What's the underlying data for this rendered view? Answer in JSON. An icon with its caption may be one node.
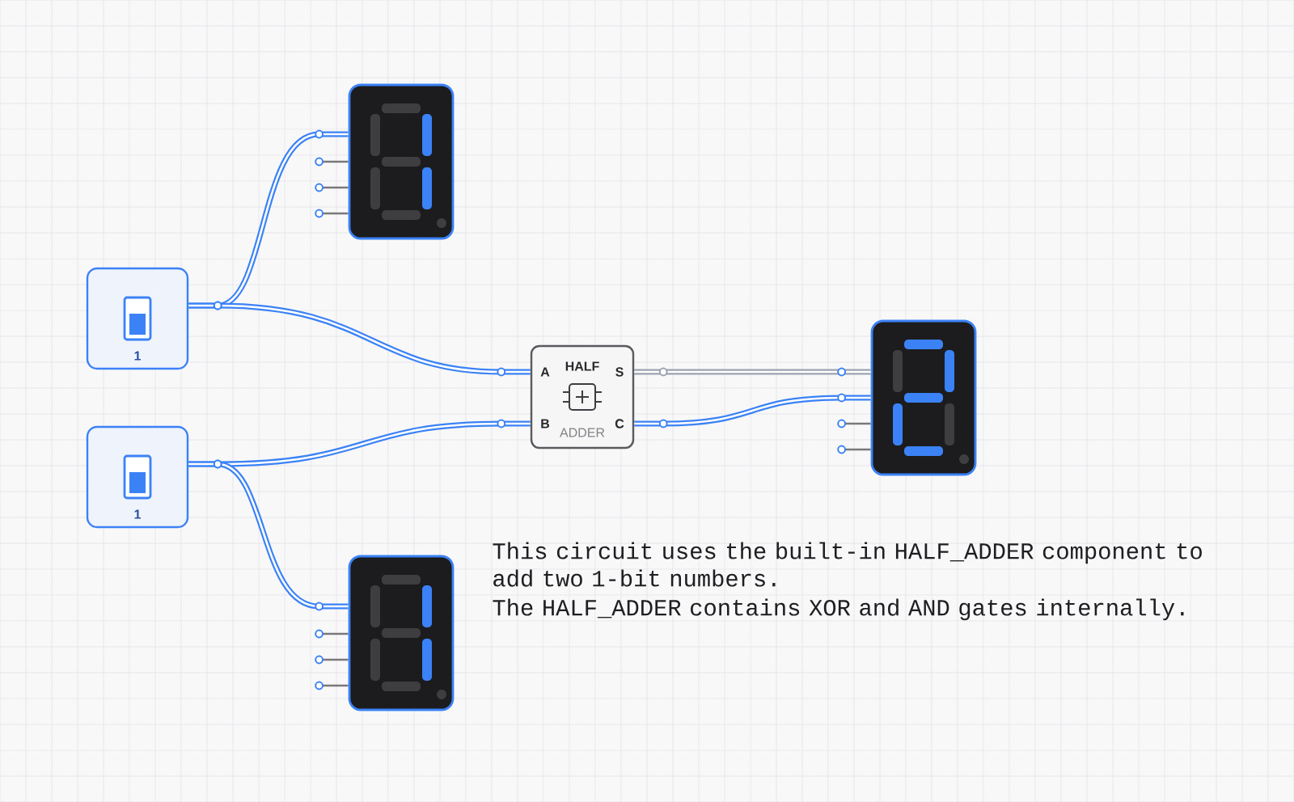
{
  "diagram": {
    "nodes": [
      {
        "text": [
          "1"
        ]
      },
      {
        "text": [
          "1"
        ]
      },
      {
        "text": [],
        "shape": "box"
      },
      {
        "text": [
          "HALF",
          "A",
          "S",
          "B",
          "C",
          "ADDER"
        ]
      },
      {
        "text": [],
        "shape": "box"
      },
      {
        "text": [],
        "shape": "box"
      }
    ],
    "edges": [
      {
        "from": 0,
        "to": 2,
        "arrow": "none"
      },
      {
        "from": 0,
        "to": 3,
        "arrow": "none"
      },
      {
        "from": 1,
        "to": 3,
        "arrow": "none"
      },
      {
        "from": 1,
        "to": 5,
        "arrow": "none"
      },
      {
        "from": 3,
        "to": 4,
        "arrow": "none",
        "color": "#9ca3af"
      },
      {
        "from": 3,
        "to": 4,
        "arrow": "none"
      }
    ],
    "labels": [
      "This circuit uses the built-in HALF_ADDER component to add two 1-bit numbers.",
      "The HALF_ADDER contains XOR and AND gates internally."
    ]
  }
}
